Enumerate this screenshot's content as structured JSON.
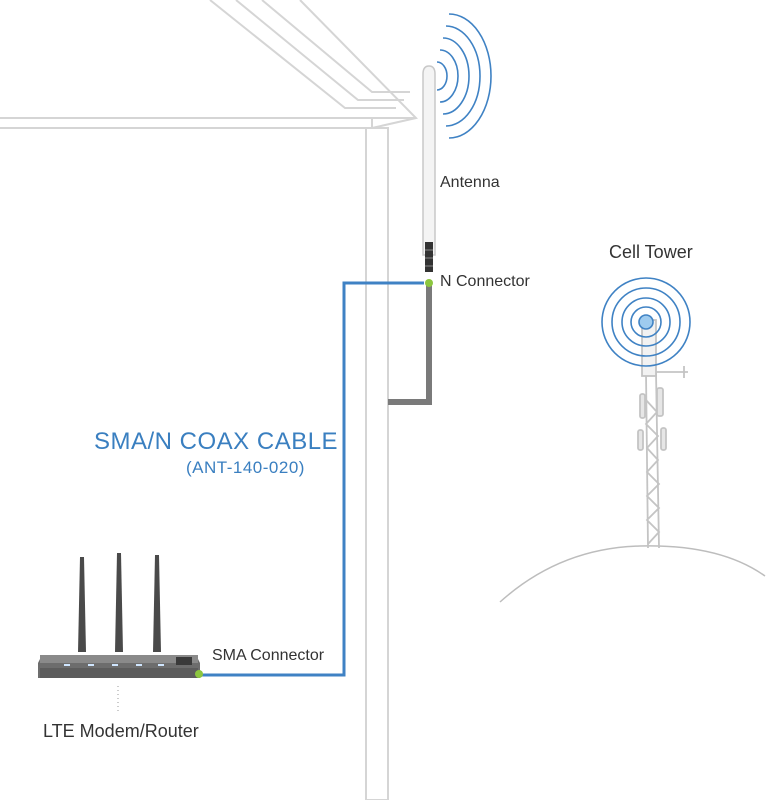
{
  "labels": {
    "antenna": "Antenna",
    "n_connector": "N Connector",
    "cell_tower": "Cell Tower",
    "cable_title": "SMA/N COAX CABLE",
    "cable_model": "(ANT-140-020)",
    "sma_connector": "SMA Connector",
    "router": "LTE Modem/Router"
  },
  "colors": {
    "cable": "#3f82c4",
    "connector": "#8cc63f",
    "house_outline": "#d7d7d7",
    "signal": "#3f82c4"
  }
}
